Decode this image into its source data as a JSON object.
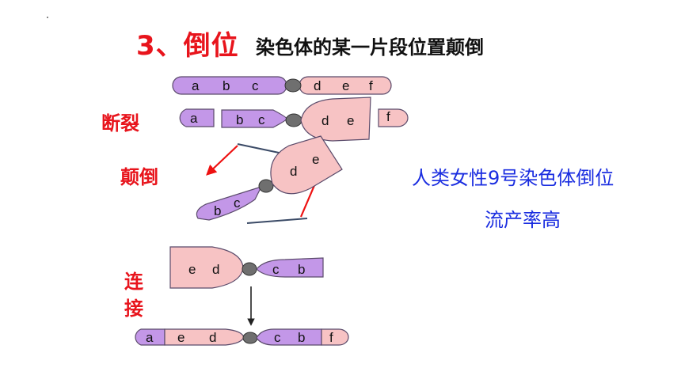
{
  "title": {
    "number": "3、倒位",
    "description": "染色体的某一片段位置颠倒"
  },
  "steps": {
    "break": "断裂",
    "invert": "颠倒",
    "join_1": "连",
    "join_2": "接"
  },
  "note": {
    "line1": "人类女性9号染色体倒位",
    "line2": "流产率高"
  },
  "genes": {
    "row1": [
      "a",
      "b",
      "c",
      "d",
      "e",
      "f"
    ],
    "row2": [
      "a",
      "b",
      "c",
      "d",
      "e",
      "f"
    ],
    "row3": [
      "b",
      "c",
      "d",
      "e"
    ],
    "row4": [
      "e",
      "d",
      "c",
      "b"
    ],
    "row5": [
      "a",
      "e",
      "d",
      "c",
      "b",
      "f"
    ]
  },
  "colors": {
    "lilac": "#c397e8",
    "pink": "#f7c3c4",
    "centromere": "#6f6f6f",
    "outline": "#5a4a6a",
    "arrow": "#ee1111",
    "line": "#3a4a66"
  }
}
